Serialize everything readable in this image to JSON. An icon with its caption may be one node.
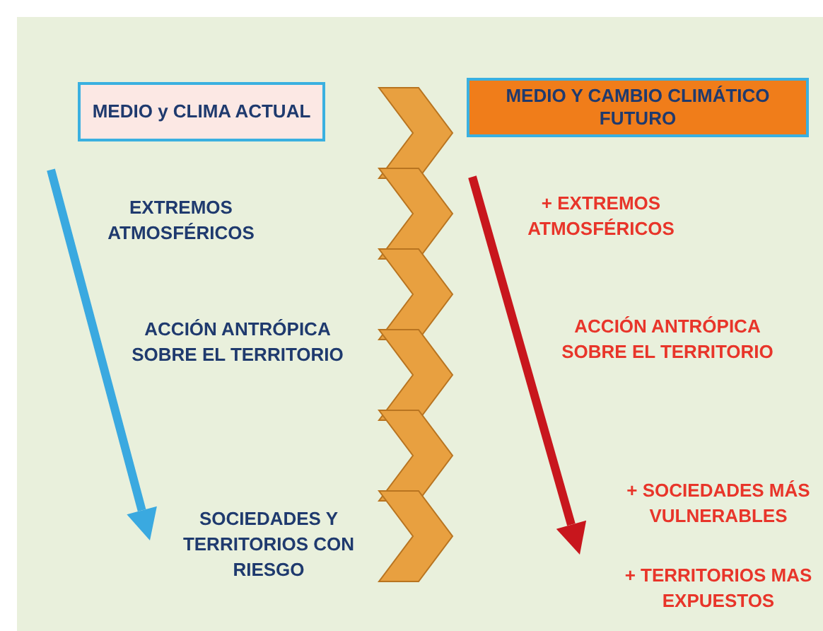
{
  "diagram": {
    "nodes": [
      {
        "text": [
          "MEDIO y CLIMA ACTUAL"
        ]
      },
      {
        "text": [
          "MEDIO Y CAMBIO CLIMÁTICO FUTURO"
        ]
      }
    ],
    "labels": [
      "EXTREMOS ATMOSFÉRICOS",
      "+ EXTREMOS ATMOSFÉRICOS",
      "ACCIÓN ANTRÓPICA SOBRE EL TERRITORIO",
      "ACCIÓN ANTRÓPICA SOBRE EL TERRITORIO",
      "SOCIEDADES Y TERRITORIOS CON RIESGO",
      "+ SOCIEDADES MÁS VULNERABLES",
      "+ TERRITORIOS MAS EXPUESTOS"
    ]
  }
}
